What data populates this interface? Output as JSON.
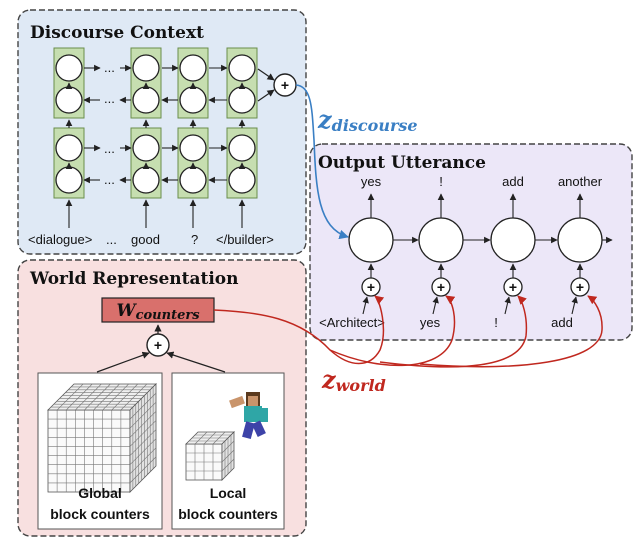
{
  "discourse": {
    "title": "Discourse Context",
    "tokens": [
      "<dialogue>",
      "...",
      "good",
      "?",
      "</builder>"
    ],
    "ellipsis": "...",
    "plus": "+"
  },
  "z_discourse": {
    "base": "z",
    "sub": "discourse",
    "color": "#3a7fc4"
  },
  "output": {
    "title": "Output Utterance",
    "outputs": [
      "yes",
      "!",
      "add",
      "another"
    ],
    "inputs": [
      "<Architect>",
      "yes",
      "!",
      "add"
    ],
    "plus": "+"
  },
  "world": {
    "title": "World Representation",
    "w_base": "W",
    "w_sub": "counters",
    "plus": "+",
    "global_label": [
      "Global",
      "block counters"
    ],
    "local_label": [
      "Local",
      "block counters"
    ]
  },
  "z_world": {
    "base": "z",
    "sub": "world",
    "color": "#c0281f"
  },
  "colors": {
    "discourse_bg": "#dfe9f5",
    "output_bg": "#ece7f8",
    "world_bg": "#f8e0e0",
    "cell_green": "#c6deb0",
    "w_box": "#d9706c"
  }
}
